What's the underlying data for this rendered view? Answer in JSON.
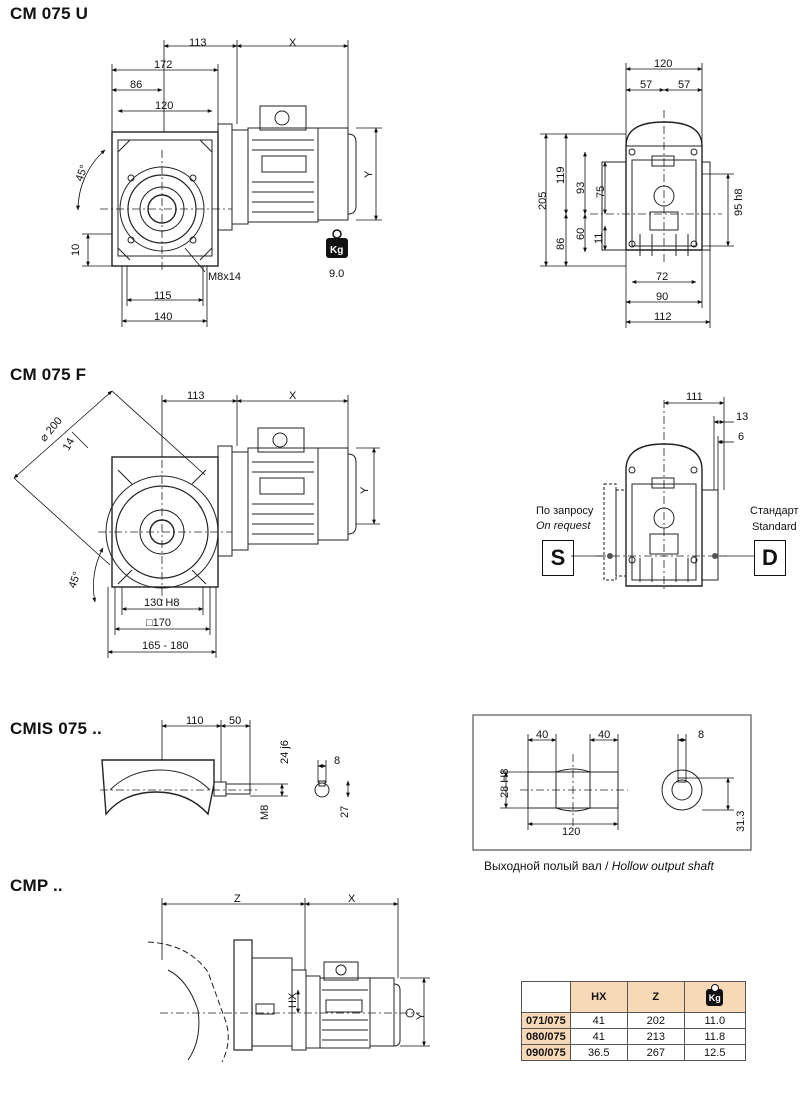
{
  "sections": {
    "cm_u": "CM 075 U",
    "cm_f": "CM 075 F",
    "cmis": "CMIS 075 ..",
    "cmp": "CMP .."
  },
  "weight_cm_u": "9.0",
  "kg_label": "Kg",
  "dims_u": {
    "d113": "113",
    "x": "X",
    "d172": "172",
    "d86": "86",
    "d120": "120",
    "d45": "45°",
    "y": "Y",
    "d10": "10",
    "m8": "M8x14",
    "d115": "115",
    "d140": "140",
    "r120": "120",
    "r57a": "57",
    "r57b": "57",
    "r205": "205",
    "r119": "119",
    "r93": "93",
    "r75": "75",
    "r86": "86",
    "r60": "60",
    "r11": "11",
    "r95": "95 h8",
    "r72": "72",
    "r90": "90",
    "r112": "112"
  },
  "dims_f": {
    "d113": "113",
    "x": "X",
    "d200": "⌀ 200",
    "d14": "14",
    "d45": "45°",
    "y": "Y",
    "d130": "130 H8",
    "d170": "□170",
    "d165": "165 - 180",
    "r111": "111",
    "r13": "13",
    "r6": "6"
  },
  "options": {
    "s_ru": "По запросу",
    "s_en": "On request",
    "s_letter": "S",
    "d_ru": "Стандарт",
    "d_en": "Standard",
    "d_letter": "D"
  },
  "dims_cmis": {
    "d110": "110",
    "d50": "50",
    "d24": "24 j6",
    "m8": "M8",
    "k8": "8",
    "k27": "27"
  },
  "hollow": {
    "d40a": "40",
    "d40b": "40",
    "d28": "28 H8",
    "d120": "120",
    "k8": "8",
    "k31": "31.3",
    "caption_ru": "Выходной полый вал",
    "caption_sep": " / ",
    "caption_en": "Hollow output shaft"
  },
  "dims_cmp": {
    "z": "Z",
    "x": "X",
    "hx": "HX",
    "y": "Y"
  },
  "spec_table": {
    "headers": [
      "HX",
      "Z"
    ],
    "rows": [
      {
        "model": "071/075",
        "hx": "41",
        "z": "202",
        "kg": "11.0"
      },
      {
        "model": "080/075",
        "hx": "41",
        "z": "213",
        "kg": "11.8"
      },
      {
        "model": "090/075",
        "hx": "36.5",
        "z": "267",
        "kg": "12.5"
      }
    ]
  }
}
